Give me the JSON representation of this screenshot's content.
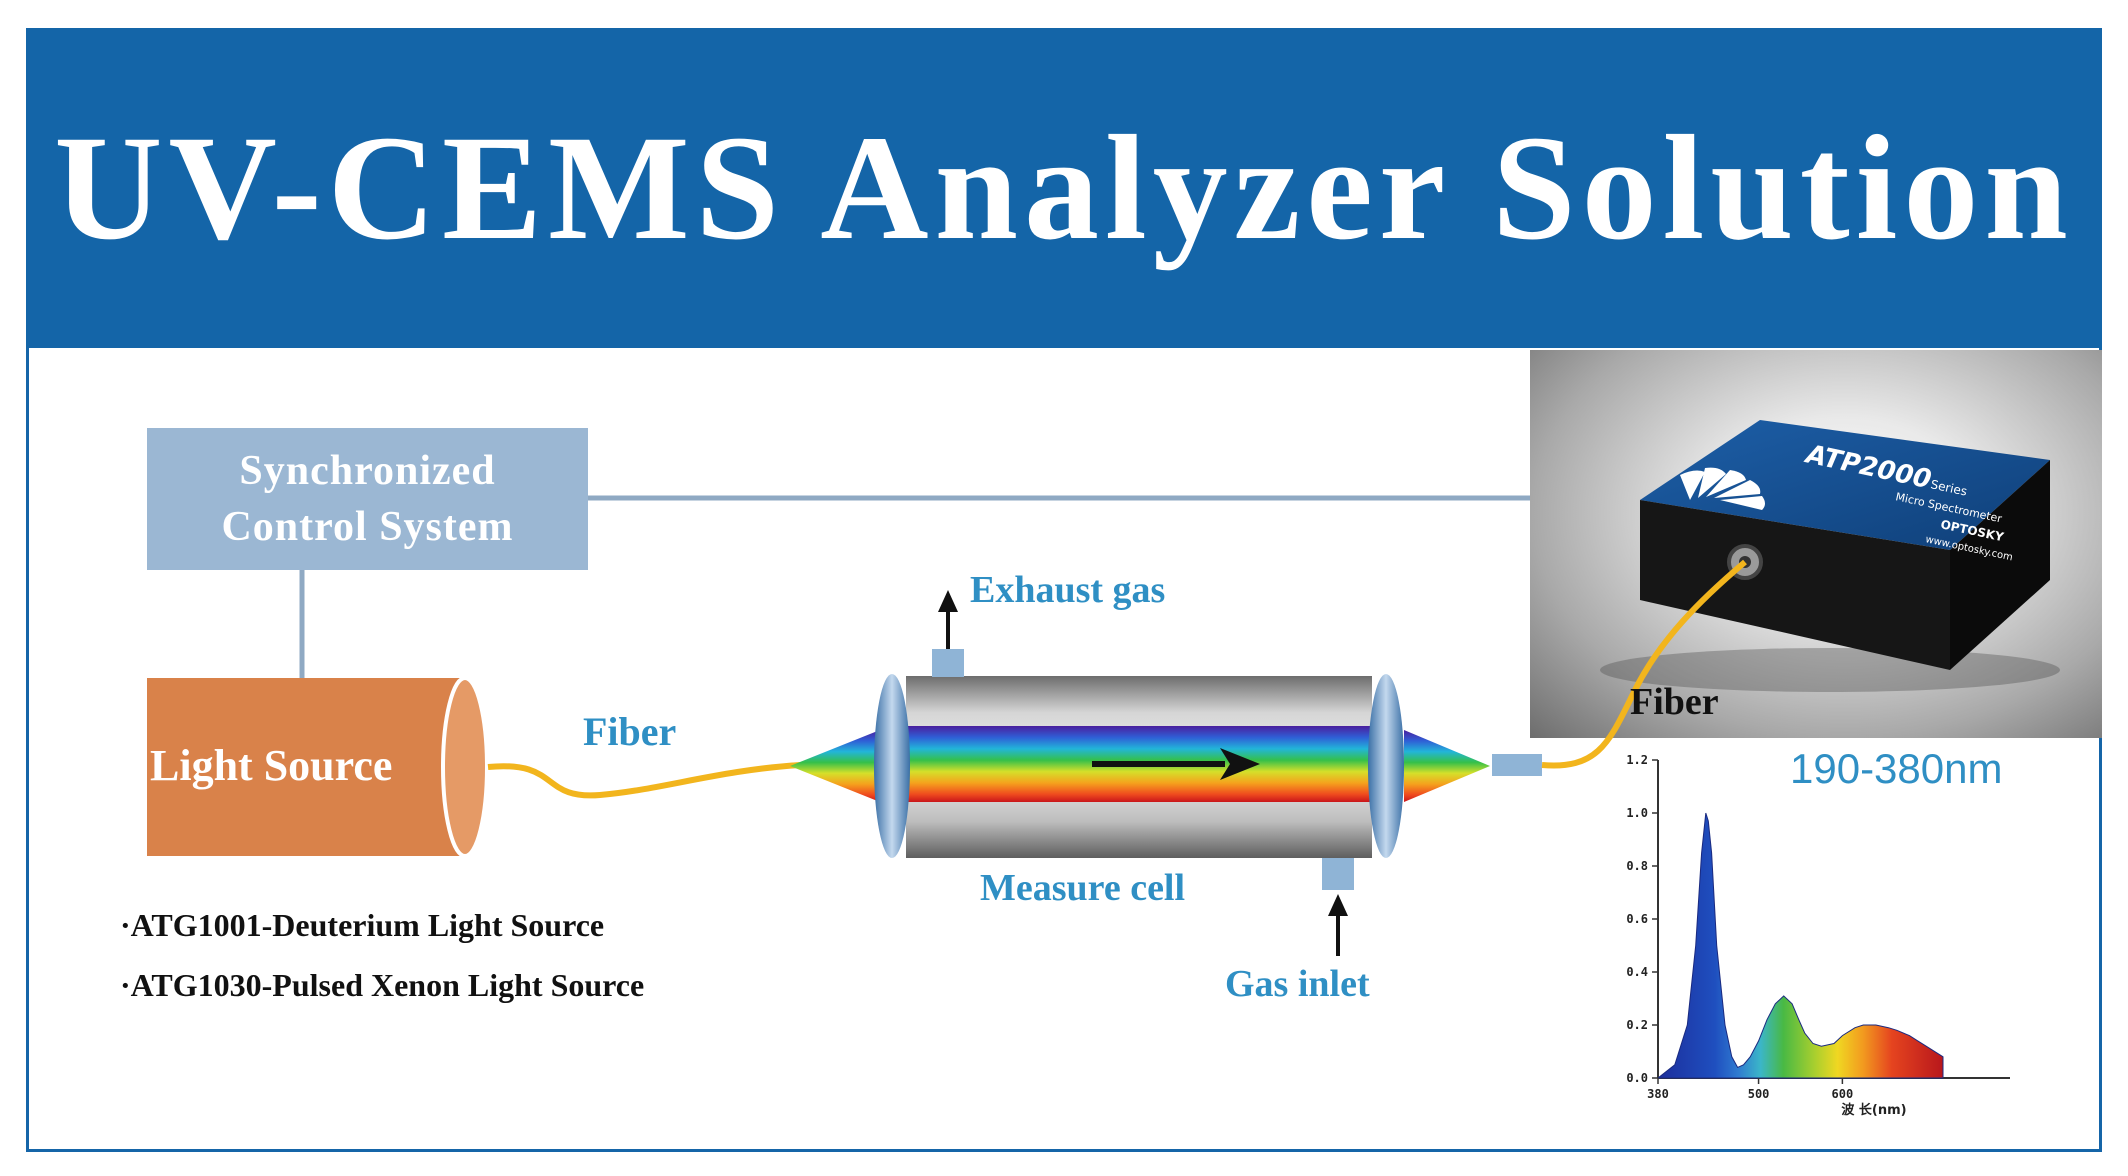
{
  "title": "UV-CEMS Analyzer Solution",
  "sync_box": {
    "line1": "Synchronized",
    "line2": "Control System"
  },
  "light_source": "Light Source",
  "labels": {
    "fiber_left": "Fiber",
    "exhaust": "Exhaust gas",
    "measure_cell": "Measure cell",
    "gas_inlet": "Gas inlet",
    "fiber_right": "Fiber",
    "range": "190-380nm"
  },
  "sources": [
    "·ATG1001-Deuterium Light Source",
    "·ATG1030-Pulsed Xenon Light Source"
  ],
  "device": {
    "model": "ATP2000",
    "series": "Series",
    "subtitle": "Micro Spectrometer",
    "brand": "OPTOSKY",
    "url": "www.optosky.com"
  },
  "colors": {
    "banner": "#1465a8",
    "accent": "#2f8fc4",
    "sync_box": "#9bb7d3",
    "light_source": "#d9824a",
    "fiber": "#f2b51d"
  },
  "chart_data": {
    "type": "area",
    "title": "",
    "xlabel": "波 长(nm)",
    "ylabel": "",
    "xlim": [
      380,
      800
    ],
    "ylim": [
      0,
      1.2
    ],
    "x_ticks": [
      380,
      500,
      600
    ],
    "y_ticks": [
      "0.0",
      "0.2",
      "0.4",
      "0.6",
      "0.8",
      "1.0",
      "1.2"
    ],
    "grid": false,
    "series": [
      {
        "x": [
          380,
          400,
          415,
          425,
          432,
          437,
          440,
          444,
          450,
          460,
          468,
          475,
          482,
          490,
          500,
          510,
          520,
          530,
          540,
          548,
          555,
          565,
          575,
          590,
          600,
          615,
          625,
          640,
          655,
          665,
          680,
          690,
          700,
          720
        ],
        "values": [
          0.0,
          0.05,
          0.2,
          0.5,
          0.85,
          1.0,
          0.97,
          0.85,
          0.5,
          0.2,
          0.08,
          0.04,
          0.05,
          0.08,
          0.14,
          0.22,
          0.28,
          0.31,
          0.28,
          0.22,
          0.17,
          0.13,
          0.12,
          0.13,
          0.16,
          0.19,
          0.2,
          0.2,
          0.19,
          0.18,
          0.16,
          0.14,
          0.12,
          0.08
        ]
      }
    ]
  }
}
